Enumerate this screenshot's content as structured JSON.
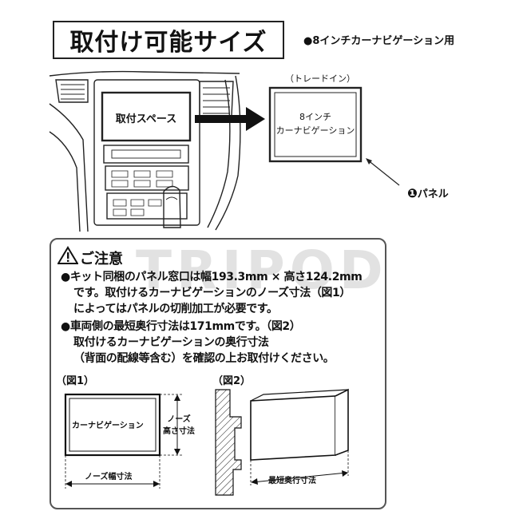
{
  "header": {
    "title": "取付け可能サイズ",
    "device_note": "●8インチカーナビゲーション用"
  },
  "illustration": {
    "install_space_label": "取付スペース",
    "tray_caption": "（トレードイン）",
    "device_label_line1": "8インチ",
    "device_label_line2": "カーナビゲーション",
    "panel_number": "❶",
    "panel_label": "パネル"
  },
  "watermark": {
    "text": "TRIPOD"
  },
  "caution": {
    "heading": "ご注意",
    "lines": [
      "●キット同梱のパネル窓口は幅193.3mm × 高さ124.2mm",
      "です。取付けるカーナビゲーションのノーズ寸法（図1）",
      "によってはパネルの切削加工が必要です。",
      "●車両側の最短奥行寸法は171mmです。（図2）",
      "取付けるカーナビゲーションの奥行寸法",
      "（背面の配線等含む）を確認の上お取付けください。"
    ]
  },
  "figure1": {
    "label": "（図1）",
    "device_label": "カーナビゲーション",
    "nose_height_line1": "ノーズ",
    "nose_height_line2": "高さ寸法",
    "nose_width": "ノーズ幅寸法"
  },
  "figure2": {
    "label": "（図2）",
    "depth_label": "最短奥行寸法"
  }
}
